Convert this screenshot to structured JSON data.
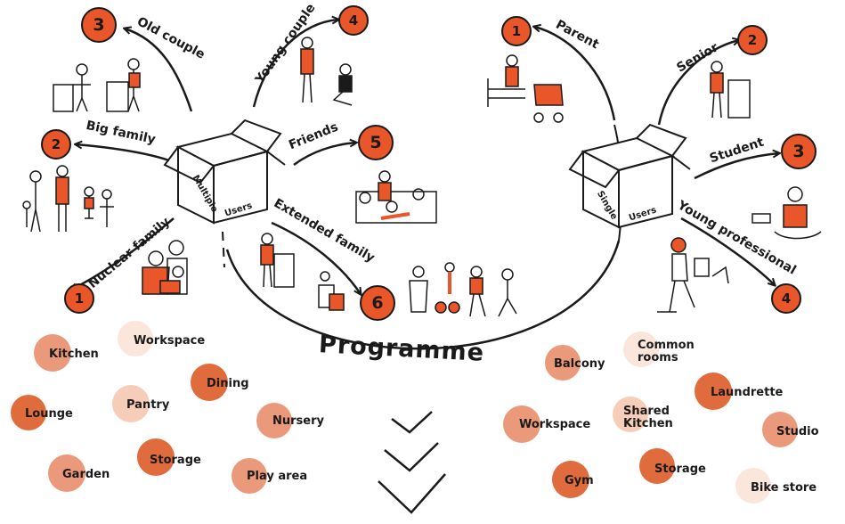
{
  "title": "Programme",
  "multiple_box": {
    "left": "Multiple",
    "right": "Users"
  },
  "single_box": {
    "left": "Single",
    "right": "Users"
  },
  "multiple_users": [
    {
      "label": "Old couple",
      "number": "3"
    },
    {
      "label": "Young couple",
      "number": "4"
    },
    {
      "label": "Big family",
      "number": "2"
    },
    {
      "label": "Friends",
      "number": "5"
    },
    {
      "label": "Nuclear family",
      "number": "1"
    },
    {
      "label": "Extended family",
      "number": "6"
    }
  ],
  "single_users": [
    {
      "label": "Parent",
      "number": "1"
    },
    {
      "label": "Senior",
      "number": "2"
    },
    {
      "label": "Student",
      "number": "3"
    },
    {
      "label": "Young professional",
      "number": "4"
    }
  ],
  "spaces_multiple": [
    "Kitchen",
    "Workspace",
    "Dining",
    "Lounge",
    "Pantry",
    "Nursery",
    "Garden",
    "Storage",
    "Play area"
  ],
  "spaces_single": [
    "Balcony",
    "Common rooms",
    "Laundrette",
    "Workspace",
    "Shared Kitchen",
    "Studio",
    "Gym",
    "Storage",
    "Bike store"
  ],
  "colors": {
    "accent": "#e8562a",
    "ink": "#1a1a1a"
  }
}
